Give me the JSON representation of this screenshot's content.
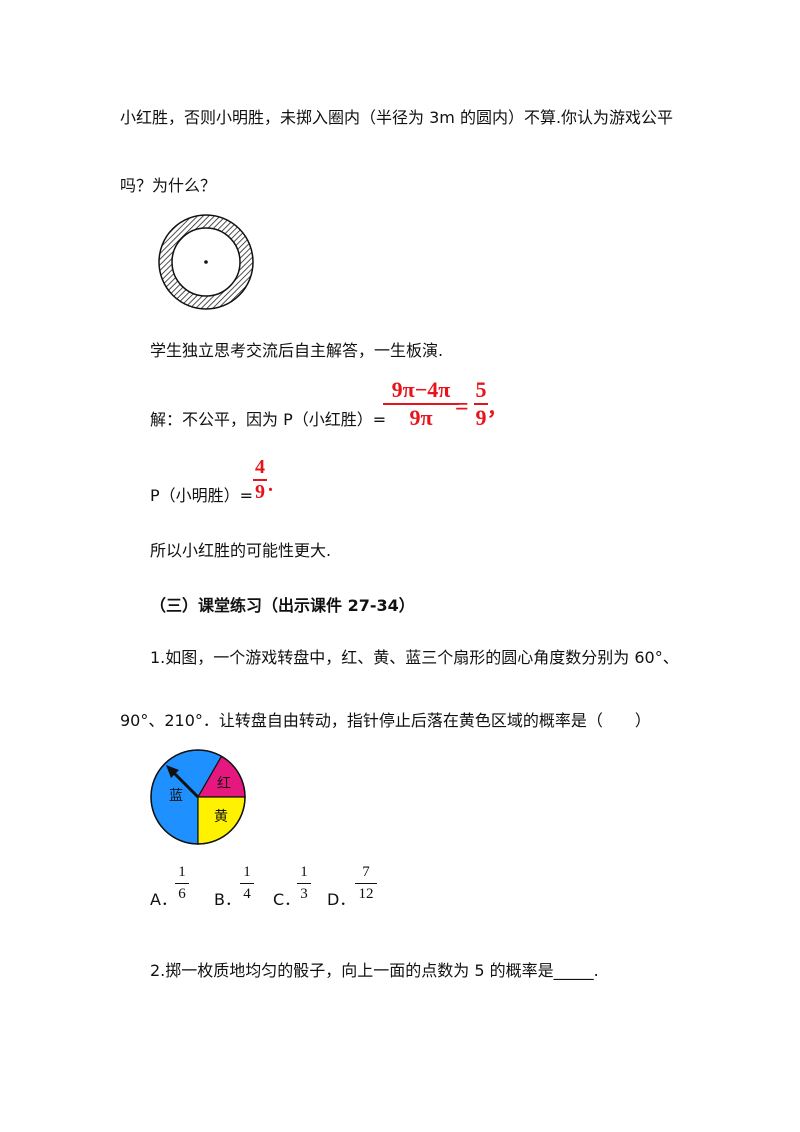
{
  "para1_line1": "小红胜，否则小明胜，未掷入圈内（半径为 3m 的圆内）不算.你认为游戏公平",
  "para1_line2": "吗？为什么？",
  "student_note": "学生独立思考交流后自主解答，一生板演.",
  "solution": {
    "prefix": "解：不公平，因为 P（小红胜）=",
    "frac1_num": "9π−4π",
    "frac1_den": "9π",
    "equals": "=",
    "frac2_num": "5",
    "frac2_den": "9",
    "comma": "，",
    "p2_prefix": "P（小明胜）=",
    "frac3_num": "4",
    "frac3_den": "9",
    "period": ".",
    "conclusion": "所以小红胜的可能性更大."
  },
  "section_heading": "（三）课堂练习（出示课件 27-34）",
  "q1": {
    "line1": "1.如图，一个游戏转盘中，红、黄、蓝三个扇形的圆心角度数分别为 60°、",
    "line2": "90°、210°．让转盘自由转动，指针停止后落在黄色区域的概率是（　　）",
    "spinner": {
      "labels": {
        "red": "红",
        "yellow": "黄",
        "blue": "蓝"
      },
      "angles": {
        "red": 60,
        "yellow": 90,
        "blue": 210
      },
      "colors": {
        "red": "#e6177f",
        "yellow": "#fff200",
        "blue": "#1e90ff"
      }
    },
    "options": [
      {
        "letter": "A．",
        "num": "1",
        "den": "6"
      },
      {
        "letter": "B．",
        "num": "1",
        "den": "4"
      },
      {
        "letter": "C．",
        "num": "1",
        "den": "3"
      },
      {
        "letter": "D．",
        "num": "7",
        "den": "12"
      }
    ]
  },
  "q2": "2.掷一枚质地均匀的骰子，向上一面的点数为 5 的概率是_____."
}
